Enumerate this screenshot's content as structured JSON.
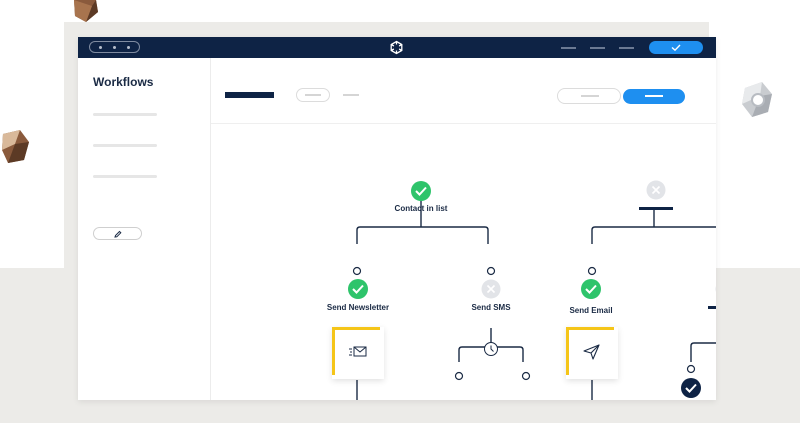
{
  "sidebar": {
    "title": "Workflows"
  },
  "nodes": {
    "contact_in_list": "Contact in list",
    "send_newsletter": "Send Newsletter",
    "send_sms": "Send SMS",
    "send_email": "Send Email"
  },
  "icons": {
    "logo": "logo-icon",
    "confirm": "checkmark-icon",
    "edit": "pencil-icon",
    "success": "check-circle-icon",
    "cancelled": "x-circle-icon",
    "pending": "empty-circle-icon",
    "wait": "clock-icon",
    "newsletter": "envelope-icon",
    "email": "send-icon"
  },
  "colors": {
    "topbar": "#0e2345",
    "primary": "#1e8ff0",
    "success": "#2ec46b",
    "inactive": "#e2e4e8",
    "accent": "#f5c518",
    "navy": "#0e2345"
  }
}
